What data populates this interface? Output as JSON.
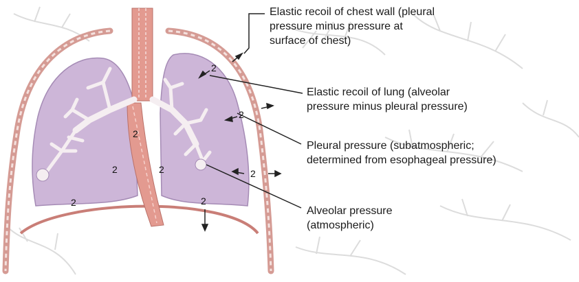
{
  "labels": {
    "chest_wall": [
      "Elastic recoil of chest wall (pleural",
      "pressure minus pressure at",
      "surface of chest)"
    ],
    "lung": [
      "Elastic recoil of lung (alveolar",
      "pressure minus pleural pressure)"
    ],
    "pleural": [
      "Pleural pressure (subatmospheric;",
      "determined from esophageal pressure)"
    ],
    "alveolar": [
      "Alveolar pressure",
      "(atmospheric)"
    ]
  },
  "markers": [
    "2",
    "2",
    "2",
    "2",
    "2",
    "2",
    "2",
    "2"
  ],
  "colors": {
    "lung_fill": "#cdb6d8",
    "lung_stroke": "#a58bb5",
    "chest_wall": "#d59b94",
    "trachea": "#e39a90",
    "airway": "#f7f2f4",
    "background_pattern": "#d8d8d8"
  }
}
